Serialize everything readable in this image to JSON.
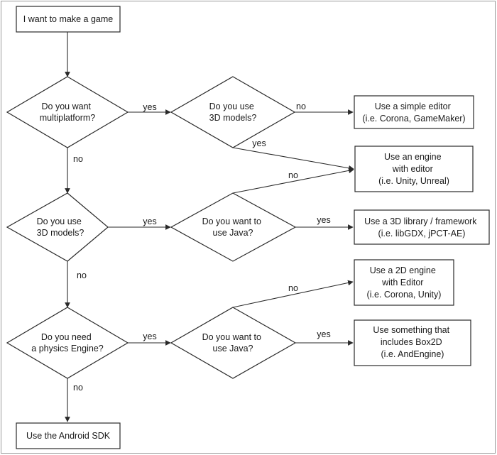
{
  "nodes": {
    "start": [
      "I want to make a game"
    ],
    "q_multiplatform": [
      "Do you want",
      "multiplatform?"
    ],
    "q_3d_models_1": [
      "Do you use",
      "3D models?"
    ],
    "a_simple_editor": [
      "Use a simple editor",
      "(i.e. Corona, GameMaker)"
    ],
    "a_engine_editor": [
      "Use an engine",
      "with editor",
      "(i.e. Unity, Unreal)"
    ],
    "q_3d_models_2": [
      "Do you use",
      "3D models?"
    ],
    "q_java_1": [
      "Do you want to",
      "use Java?"
    ],
    "a_3d_library": [
      "Use a 3D library / framework",
      "(i.e. libGDX, jPCT-AE)"
    ],
    "a_2d_engine": [
      "Use a 2D engine",
      "with Editor",
      "(i.e. Corona, Unity)"
    ],
    "q_physics": [
      "Do you need",
      "a physics Engine?"
    ],
    "q_java_2": [
      "Do you want to",
      "use Java?"
    ],
    "a_box2d": [
      "Use something that",
      "includes Box2D",
      "(i.e. AndEngine)"
    ],
    "a_android_sdk": [
      "Use the Android SDK"
    ]
  },
  "edge_labels": {
    "yes": "yes",
    "no": "no"
  }
}
